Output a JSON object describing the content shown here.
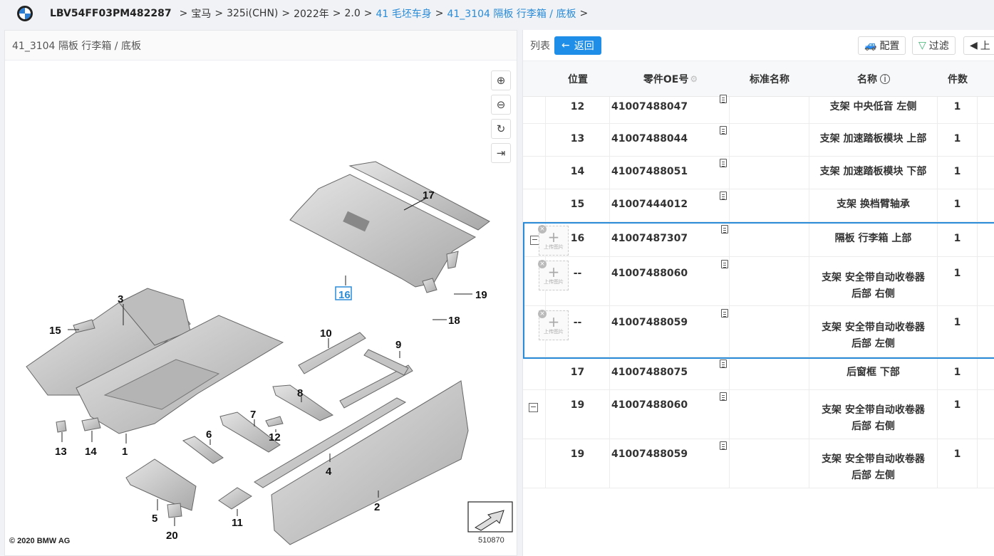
{
  "breadcrumb": {
    "vin": "LBV54FF03PM482287",
    "items": [
      {
        "label": "宝马",
        "link": false
      },
      {
        "label": "325i(CHN)",
        "link": false
      },
      {
        "label": "2022年",
        "link": false
      },
      {
        "label": "2.0",
        "link": false
      },
      {
        "label": "41 毛坯车身",
        "link": true
      },
      {
        "label": "41_3104 隔板 行李箱 / 底板",
        "link": true
      }
    ],
    "trailing_sep": ">"
  },
  "left": {
    "title": "41_3104 隔板 行李箱 / 底板",
    "copyright": "© 2020 BMW AG",
    "diagram_number": "510870",
    "callouts": [
      "17",
      "16",
      "19",
      "18",
      "3",
      "15",
      "10",
      "9",
      "8",
      "7",
      "12",
      "6",
      "13",
      "14",
      "1",
      "4",
      "2",
      "5",
      "11",
      "20"
    ],
    "highlighted_callout": "16",
    "tools": [
      "zoom-in-icon",
      "zoom-out-icon",
      "reset-icon",
      "collapse-icon"
    ]
  },
  "right": {
    "list_label": "列表",
    "back_label": "返回",
    "config_label": "配置",
    "filter_label": "过滤",
    "prev_label": "上",
    "columns": {
      "position": "位置",
      "oe": "零件OE号",
      "std_name": "标准名称",
      "name": "名称",
      "qty": "件数"
    },
    "upload_label": "上传图片",
    "rows": [
      {
        "pos": "12",
        "oe": "41007488047",
        "name1": "支架 中央低音 左侧",
        "name2": "",
        "qty": "1"
      },
      {
        "pos": "13",
        "oe": "41007488044",
        "name1": "支架 加速踏板模块 上部",
        "name2": "",
        "qty": "1"
      },
      {
        "pos": "14",
        "oe": "41007488051",
        "name1": "支架 加速踏板模块 下部",
        "name2": "",
        "qty": "1"
      },
      {
        "pos": "15",
        "oe": "41007444012",
        "name1": "支架 换档臂轴承",
        "name2": "",
        "qty": "1"
      },
      {
        "pos": "16",
        "oe": "41007487307",
        "name1": "隔板 行李箱 上部",
        "name2": "",
        "qty": "1"
      },
      {
        "pos": "--",
        "oe": "41007488060",
        "name1": "支架 安全带自动收卷器",
        "name2": "后部 右侧",
        "qty": "1"
      },
      {
        "pos": "--",
        "oe": "41007488059",
        "name1": "支架 安全带自动收卷器",
        "name2": "后部 左侧",
        "qty": "1"
      },
      {
        "pos": "17",
        "oe": "41007488075",
        "name1": "后窗框 下部",
        "name2": "",
        "qty": "1"
      },
      {
        "pos": "19",
        "oe": "41007488060",
        "name1": "支架 安全带自动收卷器",
        "name2": "后部 右侧",
        "qty": "1"
      },
      {
        "pos": "19",
        "oe": "41007488059",
        "name1": "支架 安全带自动收卷器",
        "name2": "后部 左侧",
        "qty": "1"
      }
    ]
  },
  "colors": {
    "accent": "#1f8ee8",
    "link": "#2a8bd8",
    "highlight_border": "#2a8bd8"
  }
}
